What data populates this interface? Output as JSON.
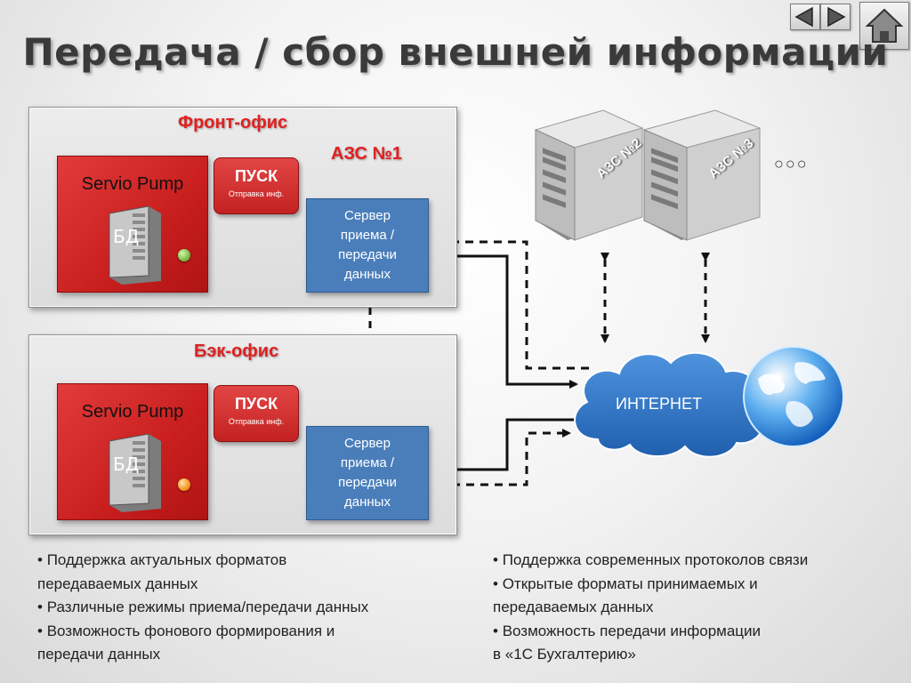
{
  "title": "Передача / сбор внешней информации",
  "front_office": {
    "heading": "Фронт-офис",
    "station_label": "АЗС №1",
    "product": "Servio Pump",
    "db_label": "БД",
    "start": {
      "label": "ПУСК",
      "sub": "Отправка инф."
    },
    "server": {
      "line1": "Сервер",
      "line2": "приема /",
      "line3": "передачи",
      "line4": "данных"
    },
    "status_color": "#7cc24a"
  },
  "back_office": {
    "heading": "Бэк-офис",
    "product": "Servio Pump",
    "db_label": "БД",
    "start": {
      "label": "ПУСК",
      "sub": "Отправка инф."
    },
    "server": {
      "line1": "Сервер",
      "line2": "приема /",
      "line3": "передачи",
      "line4": "данных"
    },
    "status_color": "#f39a1c"
  },
  "remote_stations": [
    {
      "label": "АЗС №2"
    },
    {
      "label": "АЗС №3"
    }
  ],
  "more": "○○○",
  "internet_label": "ИНТЕРНЕТ",
  "bullets_left": [
    {
      "line1": "Поддержка  актуальных форматов",
      "line2": "передаваемых данных"
    },
    {
      "line1": "Различные режимы приема/передачи данных",
      "line2": ""
    },
    {
      "line1": "Возможность фонового формирования и",
      "line2": "передачи данных"
    }
  ],
  "bullets_right": [
    {
      "line1": "Поддержка современных протоколов связи",
      "line2": ""
    },
    {
      "line1": "Открытые форматы принимаемых и",
      "line2": "передаваемых данных"
    },
    {
      "line1": "Возможность передачи информации",
      "line2": "в «1С Бухгалтерию»"
    }
  ],
  "colors": {
    "accent_red": "#e02020",
    "server_blue": "#4a7ebb",
    "cloud_blue": "#2e74c8",
    "panel_gray": "#e4e4e4"
  },
  "icons": [
    "prev-icon",
    "next-icon",
    "home-icon",
    "server-tower-icon",
    "globe-icon",
    "cloud-icon"
  ]
}
